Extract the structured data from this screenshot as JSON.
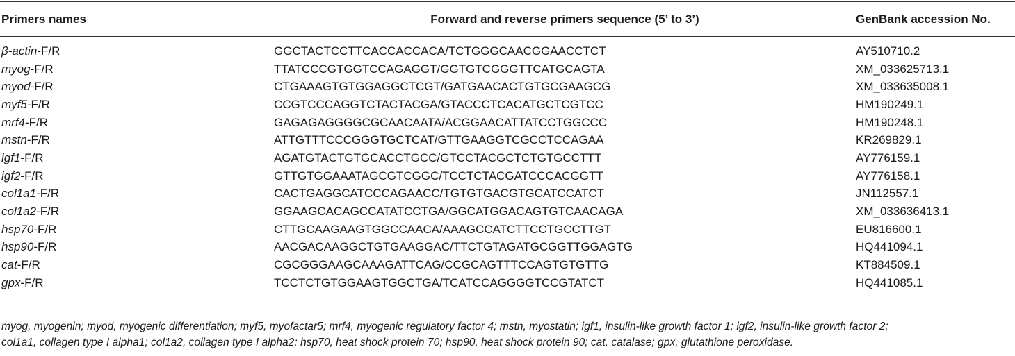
{
  "header": {
    "col1": "Primers names",
    "col2": "Forward and reverse primers sequence (5’ to 3’)",
    "col3": "GenBank accession No."
  },
  "rows": [
    {
      "gene": "β-actin",
      "suffix": "-F/R",
      "seq": "GGCTACTCCTTCACCACCACA/TCTGGGCAACGGAACCTCT",
      "acc": "AY510710.2"
    },
    {
      "gene": "myog",
      "suffix": "-F/R",
      "seq": "TTATCCCGTGGTCCAGAGGT/GGTGTCGGGTTCATGCAGTA",
      "acc": "XM_033625713.1"
    },
    {
      "gene": "myod",
      "suffix": "-F/R",
      "seq": "CTGAAAGTGTGGAGGCTCGT/GATGAACACTGTGCGAAGCG",
      "acc": "XM_033635008.1"
    },
    {
      "gene": "myf5",
      "suffix": "-F/R",
      "seq": "CCGTCCCAGGTCTACTACGA/GTACCCTCACATGCTCGTCC",
      "acc": "HM190249.1"
    },
    {
      "gene": "mrf4",
      "suffix": "-F/R",
      "seq": "GAGAGAGGGGCGCAACAATA/ACGGAACATTATCCTGGCCC",
      "acc": "HM190248.1"
    },
    {
      "gene": "mstn",
      "suffix": "-F/R",
      "seq": "ATTGTTTCCCGGGTGCTCAT/GTTGAAGGTCGCCTCCAGAA",
      "acc": "KR269829.1"
    },
    {
      "gene": "igf1",
      "suffix": "-F/R",
      "seq": "AGATGTACTGTGCACCTGCC/GTCCTACGCTCTGTGCCTTT",
      "acc": "AY776159.1"
    },
    {
      "gene": "igf2",
      "suffix": "-F/R",
      "seq": "GTTGTGGAAATAGCGTCGGC/TCCTCTACGATCCCACGGTT",
      "acc": "AY776158.1"
    },
    {
      "gene": "col1a1",
      "suffix": "-F/R",
      "seq": "CACTGAGGCATCCCAGAACC/TGTGTGACGTGCATCCATCT",
      "acc": "JN112557.1"
    },
    {
      "gene": "col1a2",
      "suffix": "-F/R",
      "seq": "GGAAGCACAGCCATATCCTGA/GGCATGGACAGTGTCAACAGA",
      "acc": "XM_033636413.1"
    },
    {
      "gene": "hsp70",
      "suffix": "-F/R",
      "seq": "CTTGCAAGAAGTGGCCAACA/AAAGCCATCTTCCTGCCTTGT",
      "acc": "EU816600.1"
    },
    {
      "gene": "hsp90",
      "suffix": "-F/R",
      "seq": "AACGACAAGGCTGTGAAGGAC/TTCTGTAGATGCGGTTGGAGTG",
      "acc": "HQ441094.1"
    },
    {
      "gene": "cat",
      "suffix": "-F/R",
      "seq": "CGCGGGAAGCAAAGATTCAG/CCGCAGTTTCCAGTGTGTTG",
      "acc": "KT884509.1"
    },
    {
      "gene": "gpx",
      "suffix": "-F/R",
      "seq": "TCCTCTGTGGAAGTGGCTGA/TCATCCAGGGGTCCGTATCT",
      "acc": "HQ441085.1"
    }
  ],
  "footnote": {
    "line1": "myog, myogenin; myod, myogenic differentiation; myf5, myofactar5; mrf4, myogenic regulatory factor 4; mstn, myostatin; igf1, insulin-like growth factor 1; igf2, insulin-like growth factor 2;",
    "line2": "col1a1, collagen type I alpha1; col1a2, collagen type I alpha2; hsp70, heat shock protein 70; hsp90, heat shock protein 90; cat, catalase; gpx, glutathione peroxidase."
  }
}
